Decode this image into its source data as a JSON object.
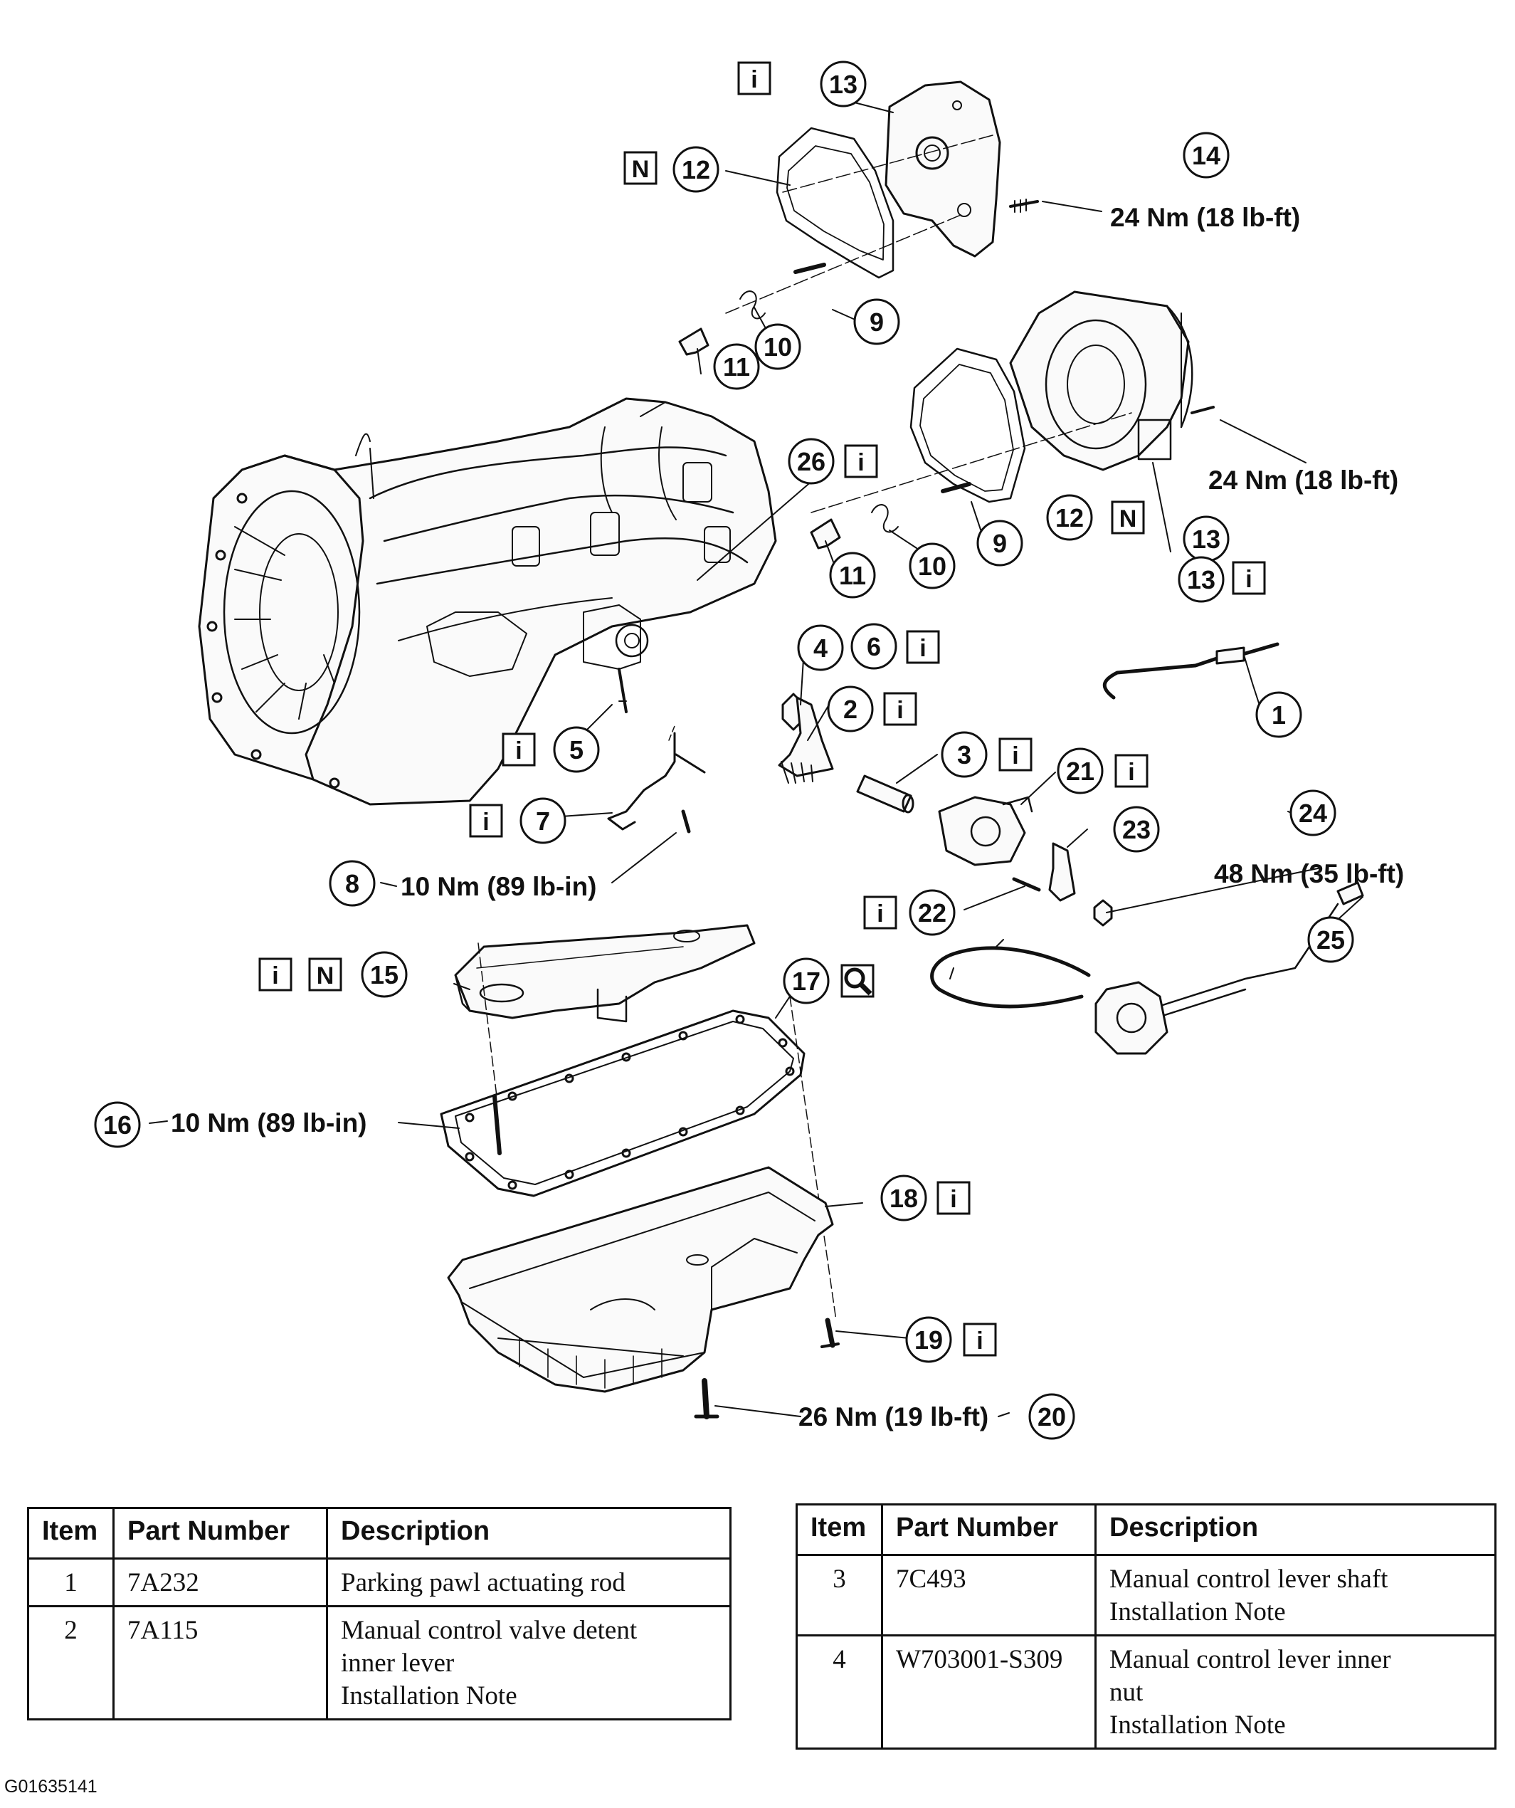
{
  "diagram": {
    "callouts": [
      "1",
      "2",
      "3",
      "4",
      "5",
      "6",
      "7",
      "8",
      "9",
      "10",
      "11",
      "12",
      "13",
      "14",
      "15",
      "16",
      "17",
      "18",
      "19",
      "20",
      "21",
      "22",
      "23",
      "24",
      "25",
      "26"
    ],
    "torque_labels": {
      "t14a": "24 Nm (18 lb-ft)",
      "t14b": "24 Nm (18 lb-ft)",
      "t8": "10 Nm (89 lb-in)",
      "t16": "10 Nm (89 lb-in)",
      "t24": "48 Nm (35 lb-ft)",
      "t20": "26 Nm (19 lb-ft)"
    },
    "info_marker": "i",
    "new_part_marker": "N",
    "magnifier_icon": "magnifier-icon"
  },
  "tables": [
    {
      "headers": [
        "Item",
        "Part Number",
        "Description"
      ],
      "rows": [
        {
          "item": "1",
          "part": "7A232",
          "desc": [
            "Parking pawl actuating rod"
          ]
        },
        {
          "item": "2",
          "part": "7A115",
          "desc": [
            "Manual control valve detent",
            "inner lever",
            "Installation Note"
          ]
        }
      ]
    },
    {
      "headers": [
        "Item",
        "Part Number",
        "Description"
      ],
      "rows": [
        {
          "item": "3",
          "part": "7C493",
          "desc": [
            "Manual control lever shaft",
            "Installation Note"
          ]
        },
        {
          "item": "4",
          "part": "W703001-S309",
          "desc": [
            "Manual control lever inner",
            "nut",
            "Installation Note"
          ]
        }
      ]
    }
  ],
  "figure_id": "G01635141"
}
